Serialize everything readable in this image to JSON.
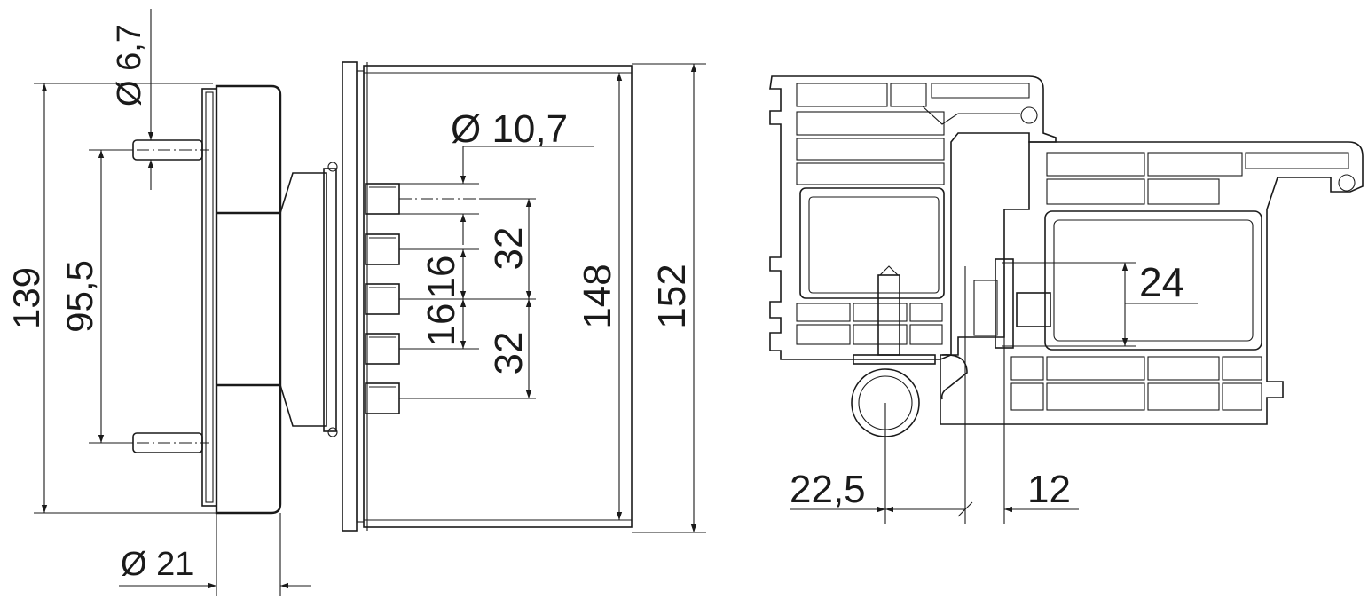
{
  "dimensions": {
    "d_6_7": "Ø 6,7",
    "h_139": "139",
    "h_95_5": "95,5",
    "d_21": "Ø 21",
    "d_10_7": "Ø 10,7",
    "s_32_top": "32",
    "s_16_a": "16",
    "s_16_b": "16",
    "s_32_bottom": "32",
    "h_148": "148",
    "h_152": "152",
    "w_24": "24",
    "w_22_5": "22,5",
    "w_12": "12"
  },
  "colors": {
    "line": "#1a1a1a",
    "background": "#ffffff"
  }
}
